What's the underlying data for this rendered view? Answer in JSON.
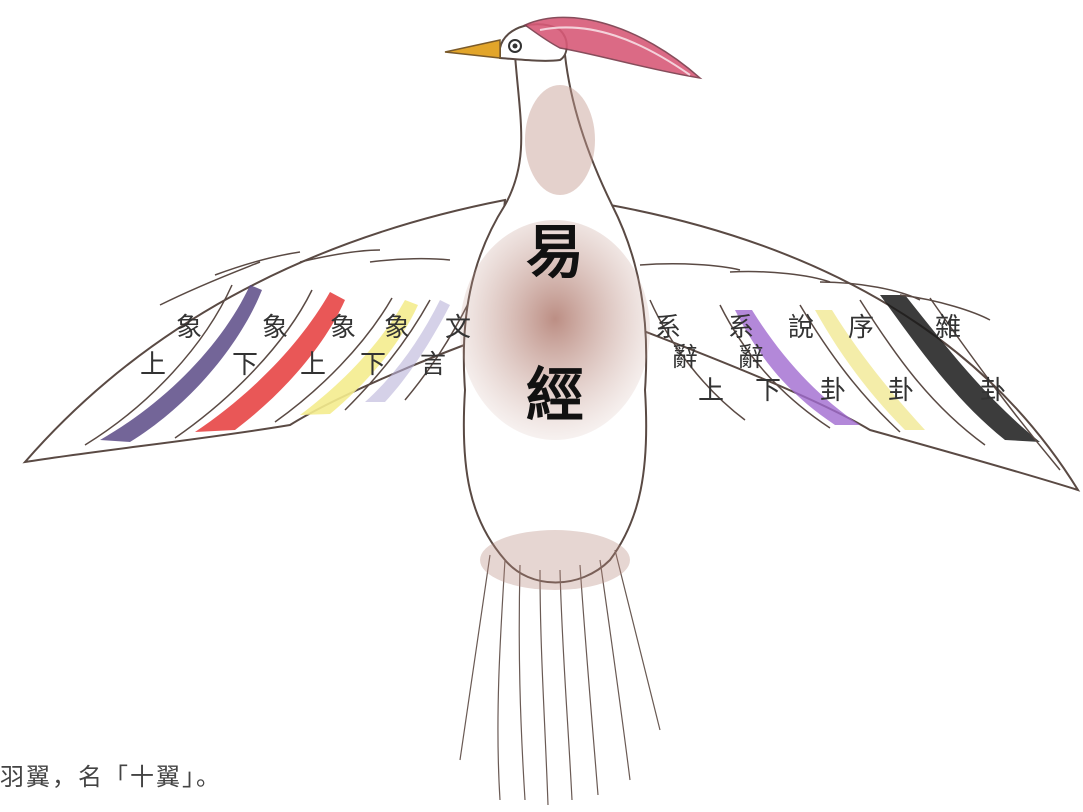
{
  "title_top": "易",
  "title_bottom": "經",
  "caption": "羽翼，名「十翼」。",
  "left_wing": {
    "feathers": [
      {
        "top": "象",
        "bottom": "上",
        "color": "#5b4a86"
      },
      {
        "top": "象",
        "bottom": "下",
        "color": "#e53a3a"
      },
      {
        "top": "象",
        "bottom": "上",
        "color": "#f4ec8e"
      },
      {
        "top": "象",
        "bottom": "下",
        "color": "#b9b2d8"
      },
      {
        "top": "文",
        "bottom": "言",
        "color": "#c8c2dc"
      }
    ]
  },
  "right_wing": {
    "feathers": [
      {
        "top": "系",
        "mid": "辭",
        "bottom": "上",
        "color": "#ffffff"
      },
      {
        "top": "系",
        "mid": "辭",
        "bottom": "下",
        "color": "#a06ad0"
      },
      {
        "top": "說",
        "bottom": "卦",
        "color": "#f2ea9a"
      },
      {
        "top": "序",
        "bottom": "卦",
        "color": "#ffffff"
      },
      {
        "top": "雜",
        "bottom": "卦",
        "color": "#1a1a1a"
      }
    ]
  },
  "colors": {
    "outline": "#5a4a44",
    "body_shade": "#b68a7e",
    "beak": "#e2a52a",
    "crest": "#d85a78"
  }
}
